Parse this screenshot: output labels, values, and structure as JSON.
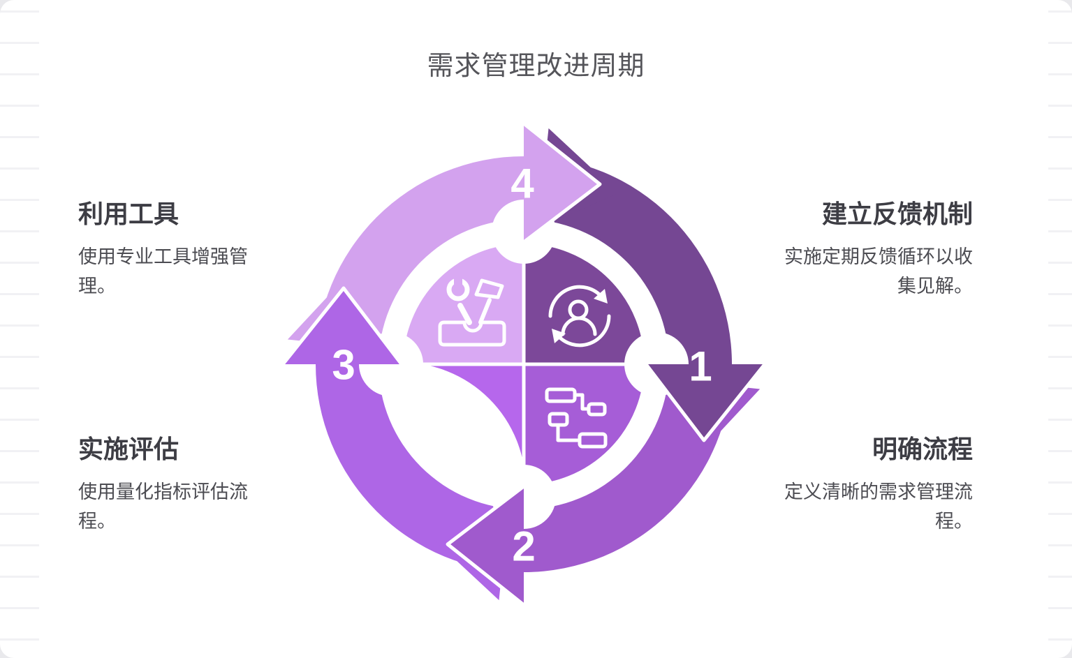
{
  "page": {
    "title": "需求管理改进周期"
  },
  "colors": {
    "card_background": "#ffffff",
    "behind_card": "#e9e9ec",
    "rule_line": "#f1f1f4",
    "title_text": "#55555a",
    "heading_text": "#3d3d44",
    "body_text": "#4c4c52",
    "icon_and_number": "#ffffff"
  },
  "cycle": {
    "steps": [
      {
        "number": "1",
        "label": "建立反馈机制",
        "description": "实施定期反馈循环以收集见解。",
        "icon": "user-refresh-icon",
        "arc_color": "#754793",
        "quadrant_color": "#7c4899",
        "callout_position": "top-right"
      },
      {
        "number": "2",
        "label": "明确流程",
        "description": "定义清晰的需求管理流程。",
        "icon": "flowchart-icon",
        "arc_color": "#a05acd",
        "quadrant_color": "#a65dd7",
        "callout_position": "bottom-right"
      },
      {
        "number": "3",
        "label": "实施评估",
        "description": "使用量化指标评估流程。",
        "icon": "bar-chart-icon",
        "arc_color": "#ae66e6",
        "quadrant_color": "#b667ec",
        "callout_position": "bottom-left"
      },
      {
        "number": "4",
        "label": "利用工具",
        "description": "使用专业工具增强管理。",
        "icon": "toolbox-icon",
        "arc_color": "#d3a2ee",
        "quadrant_color": "#d9a9f3",
        "callout_position": "top-left"
      }
    ]
  }
}
